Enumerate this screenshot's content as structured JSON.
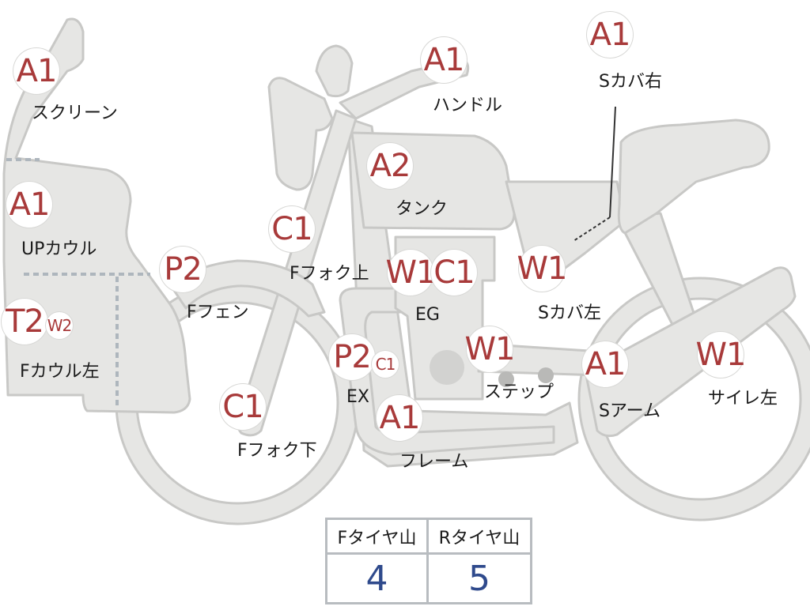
{
  "colors": {
    "badge_text": "#a83a3a",
    "value_text": "#2f4a8c",
    "part_fill": "#e6e6e4",
    "part_edge": "#c8c8c6",
    "dash": "#aeb6bd"
  },
  "parts": [
    {
      "id": "screen",
      "code": "A1",
      "label": "スクリーン"
    },
    {
      "id": "up-cowl",
      "code": "A1",
      "label": "UPカウル"
    },
    {
      "id": "f-cowl-left",
      "code": "T2",
      "code2": "W2",
      "label": "Fカウル左"
    },
    {
      "id": "f-fender",
      "code": "P2",
      "label": "Fフェン"
    },
    {
      "id": "f-fork-upper",
      "code": "C1",
      "label": "Fフォク上"
    },
    {
      "id": "f-fork-lower",
      "code": "C1",
      "label": "Fフォク下"
    },
    {
      "id": "handle",
      "code": "A1",
      "label": "ハンドル"
    },
    {
      "id": "tank",
      "code": "A2",
      "label": "タンク"
    },
    {
      "id": "engine",
      "code": "W1",
      "code2": "C1",
      "label": "EG"
    },
    {
      "id": "exhaust",
      "code": "P2",
      "code2": "C1",
      "label": "EX"
    },
    {
      "id": "frame",
      "code": "A1",
      "label": "フレーム"
    },
    {
      "id": "step",
      "code": "W1",
      "label": "ステップ"
    },
    {
      "id": "s-cover-left",
      "code": "W1",
      "label": "Sカバ左"
    },
    {
      "id": "s-cover-right",
      "code": "A1",
      "label": "Sカバ右"
    },
    {
      "id": "swing-arm",
      "code": "A1",
      "label": "Sアーム"
    },
    {
      "id": "silencer-left",
      "code": "W1",
      "label": "サイレ左"
    }
  ],
  "tires": {
    "front": {
      "header": "Fタイヤ山",
      "value": "4"
    },
    "rear": {
      "header": "Rタイヤ山",
      "value": "5"
    }
  }
}
